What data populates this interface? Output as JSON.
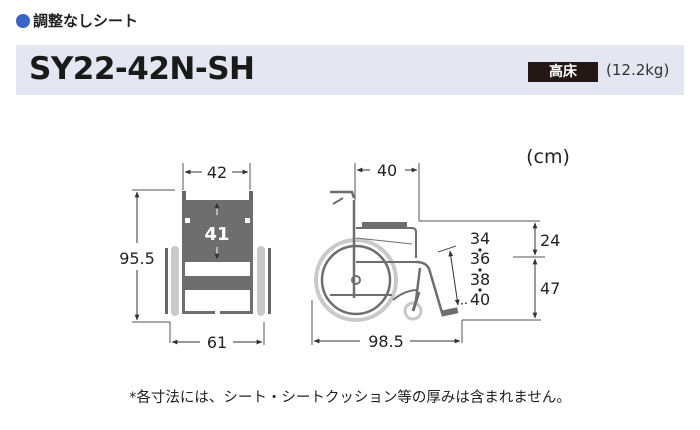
{
  "section": {
    "label": "調整なしシート",
    "bullet_color": "#3b63c4"
  },
  "header": {
    "model": "SY22-42N-SH",
    "badge": "高床",
    "weight": "(12.2kg)",
    "bar_color": "#e4e6f1",
    "badge_color": "#231815"
  },
  "diagram": {
    "unit": "(cm)",
    "front_view": {
      "seat_width": "42",
      "seat_depth": "41",
      "overall_height": "95.5",
      "overall_width": "61"
    },
    "side_view": {
      "back_to_seat": "40",
      "overall_length": "98.5",
      "armrest_height": "24",
      "seat_height": "47",
      "footrest_settings": [
        "34",
        "36",
        "38",
        "40"
      ]
    }
  },
  "footnote": "*各寸法には、シート・シートクッション等の厚みは含まれません。"
}
